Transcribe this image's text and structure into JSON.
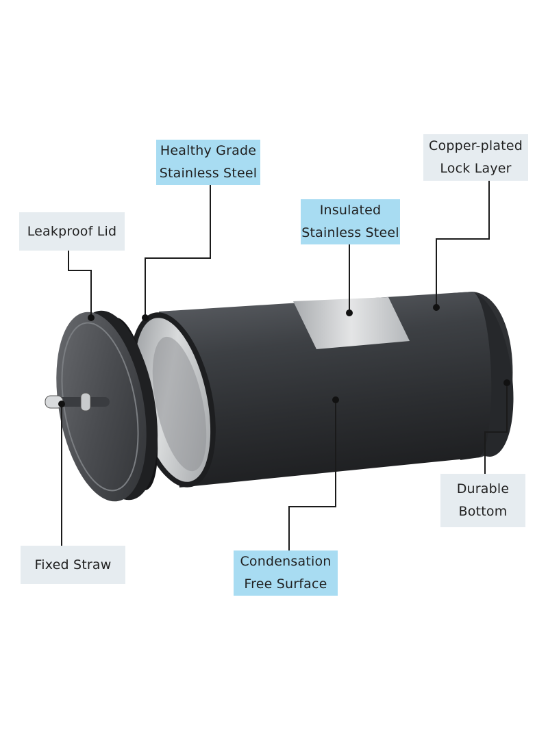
{
  "labels": {
    "leakproof_lid": [
      "Leakproof Lid"
    ],
    "healthy_steel": [
      "Healthy Grade",
      "Stainless Steel"
    ],
    "insulated_steel": [
      "Insulated",
      "Stainless Steel"
    ],
    "copper_layer": [
      "Copper-plated",
      "Lock Layer"
    ],
    "durable_bottom": [
      "Durable",
      "Bottom"
    ],
    "condensation_surface": [
      "Condensation",
      "Free Surface"
    ],
    "fixed_straw": [
      "Fixed Straw"
    ]
  },
  "colors": {
    "gray_label": "#e6ecf0",
    "blue_label": "#a8dcf2",
    "tumbler_body": "#3a3c40",
    "steel": "#c8cacc",
    "leader_line": "#1a1a1a"
  }
}
